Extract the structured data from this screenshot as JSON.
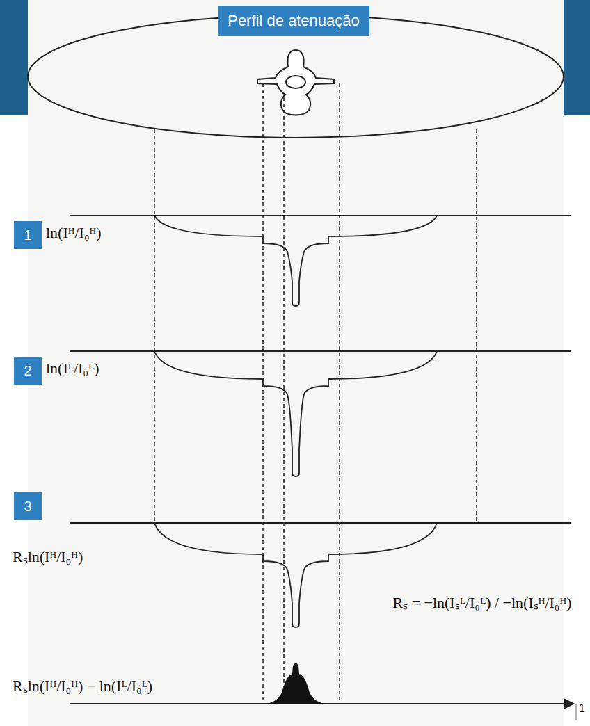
{
  "diagram": {
    "nodes": [
      {
        "text": [
          "Perfil de atenuação"
        ]
      },
      {
        "text": [
          "1"
        ]
      },
      {
        "text": [
          "2"
        ]
      },
      {
        "text": [
          "3"
        ]
      }
    ],
    "labels": [
      "ln(Iᴴ/I₀ᴴ)",
      "ln(Iᴸ/I₀ᴸ)",
      "Rₛln(Iᴴ/I₀ᴴ)",
      "Rₛln(Iᴴ/I₀ᴴ) − ln(Iᴸ/I₀ᴸ)",
      "Rₛ = −ln(Iₛᴸ/I₀ᴸ) / −ln(Iₛᴴ/I₀ᴴ)",
      "1"
    ]
  }
}
